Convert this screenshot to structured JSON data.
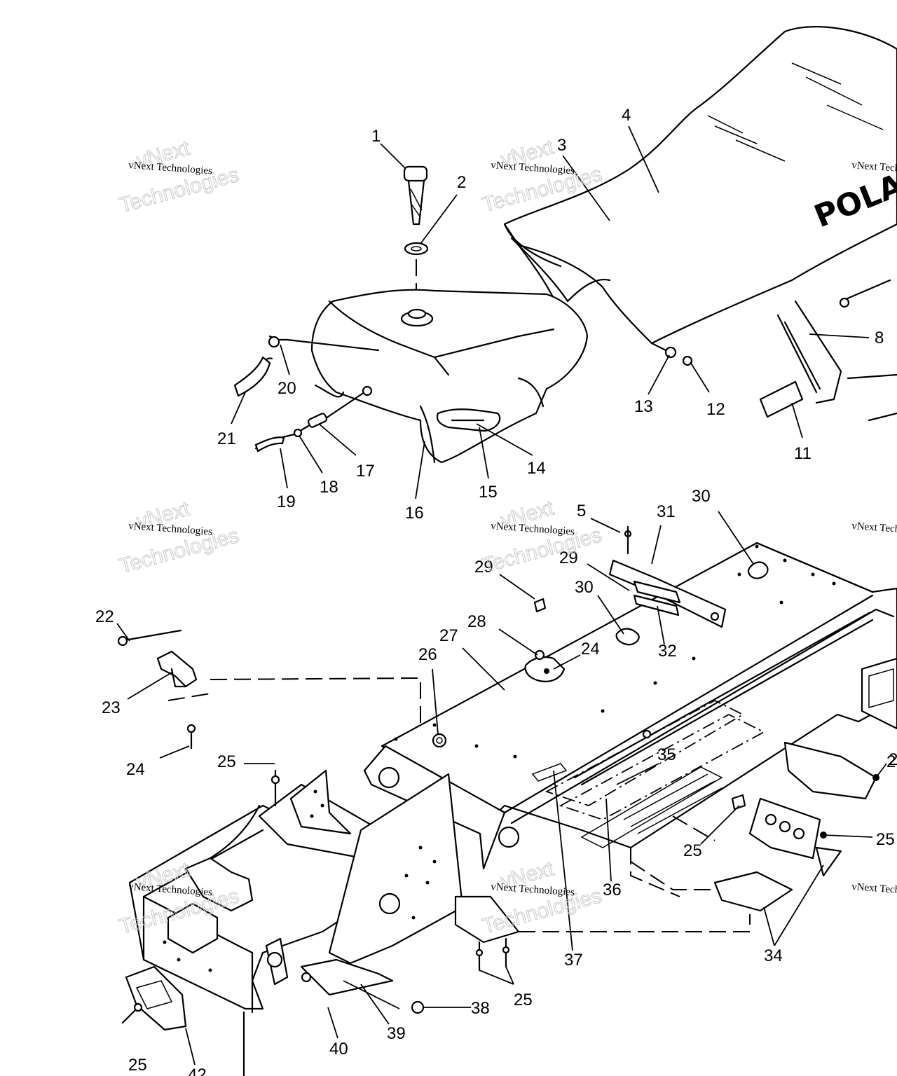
{
  "watermark": {
    "brand": "vNext",
    "caption": "vNext Technologies",
    "large": "Technologies"
  },
  "seat_logo": "POLA",
  "callouts": [
    "1",
    "2",
    "3",
    "4",
    "5",
    "8",
    "11",
    "12",
    "13",
    "14",
    "15",
    "16",
    "17",
    "18",
    "19",
    "20",
    "21",
    "22",
    "23",
    "24",
    "24",
    "24",
    "25",
    "25",
    "25",
    "25",
    "25",
    "25",
    "26",
    "27",
    "28",
    "29",
    "29",
    "30",
    "30",
    "31",
    "32",
    "34",
    "35",
    "36",
    "37",
    "38",
    "39",
    "40",
    "42",
    "2"
  ]
}
